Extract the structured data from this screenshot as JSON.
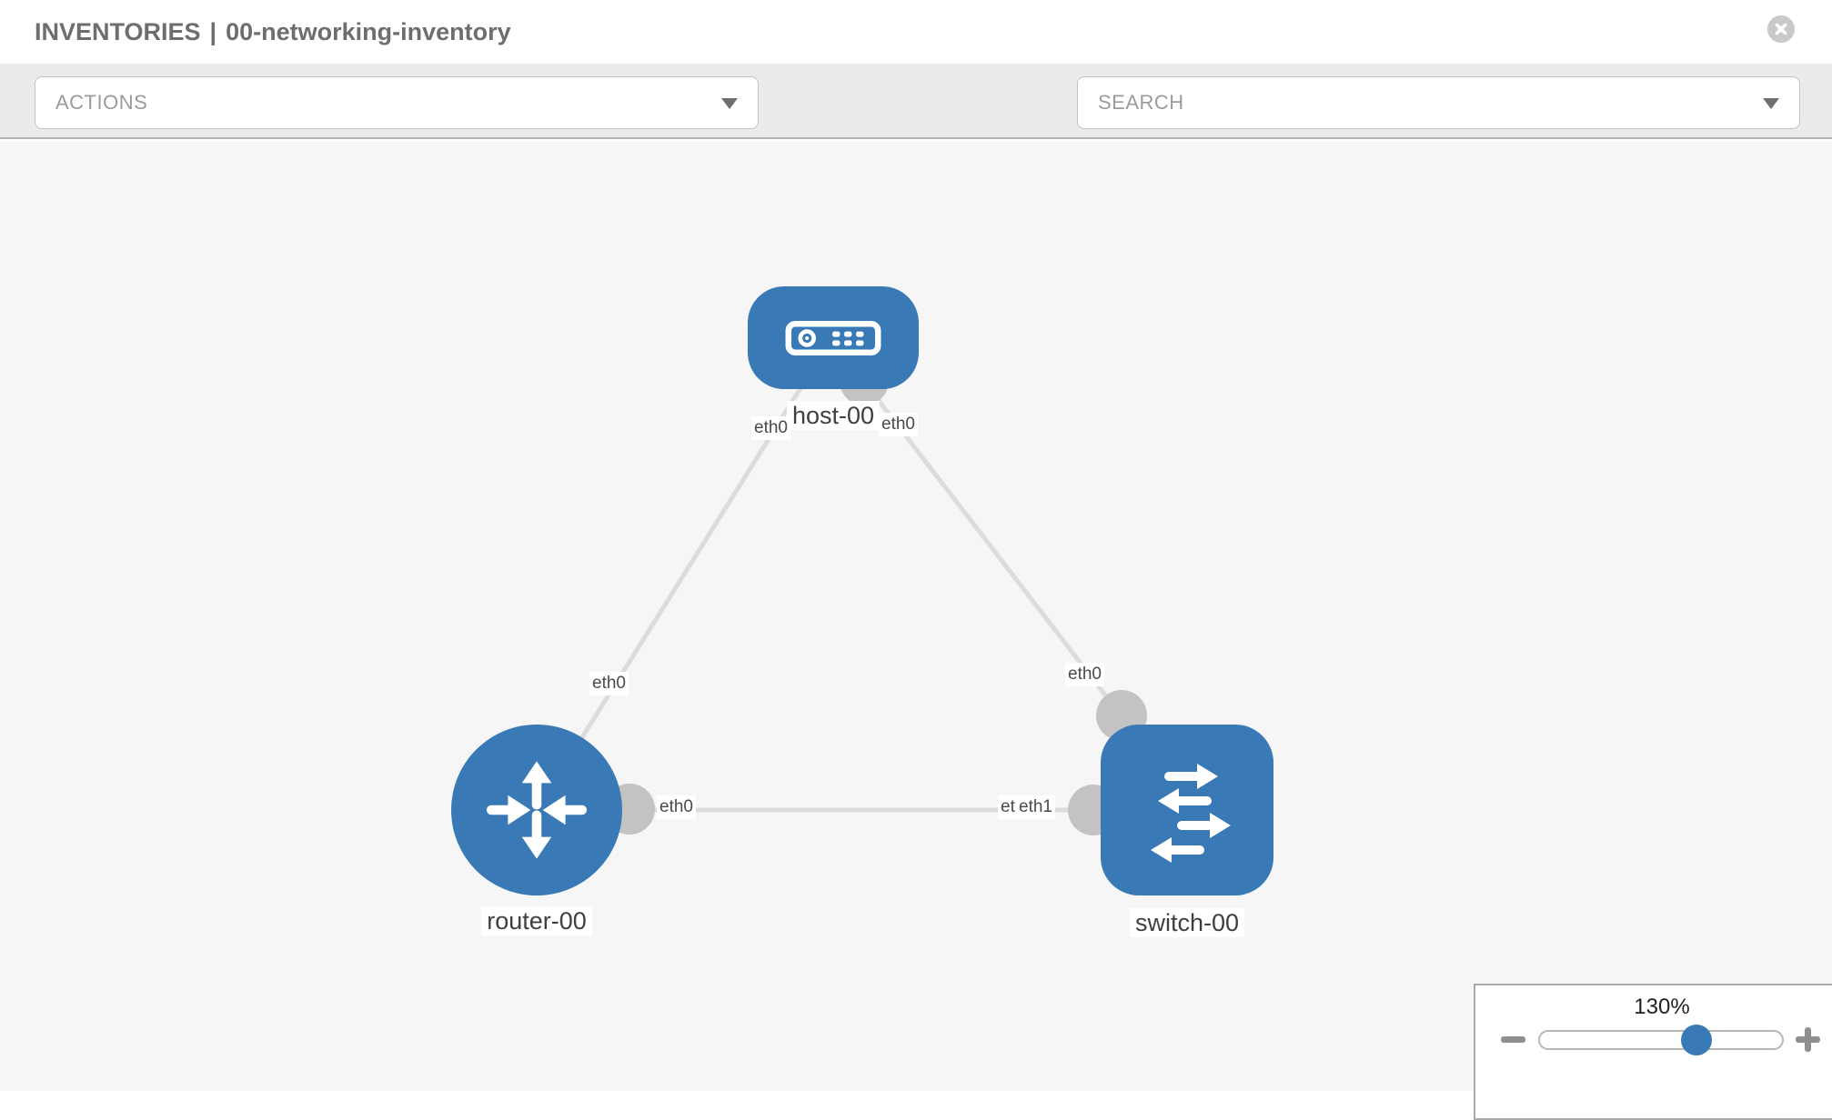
{
  "header": {
    "section": "INVENTORIES",
    "separator": "|",
    "inventory_name": "00-networking-inventory"
  },
  "toolbar": {
    "actions_placeholder": "ACTIONS",
    "search_placeholder": "SEARCH",
    "icons": [
      "wrench-icon",
      "key-icon"
    ]
  },
  "canvas": {
    "nodes": [
      {
        "label": "host-00",
        "type": "host"
      },
      {
        "label": "router-00",
        "type": "router"
      },
      {
        "label": "switch-00",
        "type": "switch"
      }
    ],
    "links": [
      {
        "source": "router-00",
        "source_interface": "eth0",
        "target": "host-00",
        "target_interface": "eth0"
      },
      {
        "source": "host-00",
        "source_interface": "eth0",
        "target": "switch-00",
        "target_interface": "eth0"
      },
      {
        "source": "router-00",
        "source_interface": "eth0",
        "target": "switch-00",
        "target_interface": "eth1"
      }
    ],
    "overlap_hidden_label": "eth0"
  },
  "zoom": {
    "value": "130%"
  },
  "colors": {
    "node_blue": "#3879b6",
    "link_gray": "#dcdcdc",
    "connector_gray": "#c3c3c3",
    "toolbar_bg": "#ebebeb",
    "canvas_bg": "#f6f6f6",
    "title_text": "#6e6e6e"
  }
}
